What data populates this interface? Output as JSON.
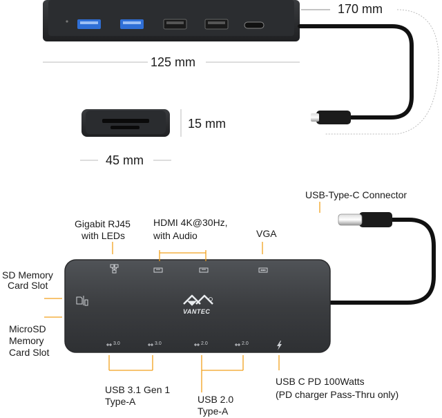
{
  "dimensions": {
    "length_cable": "170 mm",
    "length_body": "125 mm",
    "height": "15 mm",
    "width": "45 mm"
  },
  "callouts": {
    "usb_c_connector": "USB-Type-C Connector",
    "gigabit_line1": "Gigabit RJ45",
    "gigabit_line2": "with LEDs",
    "hdmi_line1": "HDMI 4K@30Hz,",
    "hdmi_line2": "with Audio",
    "vga": "VGA",
    "sd_line1": "SD Memory",
    "sd_line2": "Card Slot",
    "microsd_line1": "MicroSD",
    "microsd_line2": "Memory",
    "microsd_line3": "Card Slot",
    "usb31_line1": "USB 3.1 Gen 1",
    "usb31_line2": "Type-A",
    "usb20_line1": "USB 2.0",
    "usb20_line2": "Type-A",
    "pd_line1": "USB C PD 100Watts",
    "pd_line2": "(PD charger Pass-Thru only)"
  },
  "brand": {
    "name": "VANTEC"
  },
  "port_labels": {
    "usb3_a": "3.0",
    "usb3_b": "3.0",
    "usb2_a": "2.0",
    "usb2_b": "2.0"
  },
  "colors": {
    "body": "#3d3f42",
    "accent_line": "#f2a01c",
    "usb3_blue": "#2f6fd6"
  }
}
